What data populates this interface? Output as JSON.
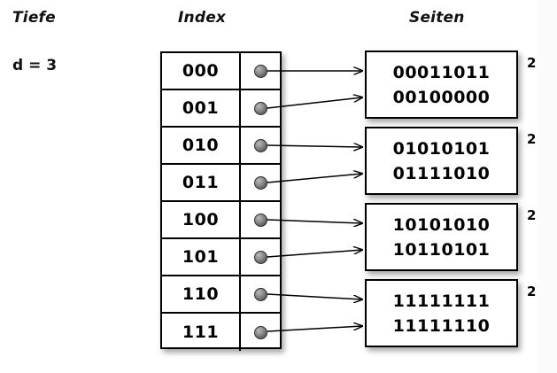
{
  "diagram": {
    "title_columns": {
      "depth": "Tiefe",
      "index": "Index",
      "pages": "Seiten"
    },
    "depth_value": "d = 3",
    "index_entries": [
      {
        "key": "000",
        "pointer_icon": "pointer-dot",
        "target_page": 0
      },
      {
        "key": "001",
        "pointer_icon": "pointer-dot",
        "target_page": 0
      },
      {
        "key": "010",
        "pointer_icon": "pointer-dot",
        "target_page": 1
      },
      {
        "key": "011",
        "pointer_icon": "pointer-dot",
        "target_page": 1
      },
      {
        "key": "100",
        "pointer_icon": "pointer-dot",
        "target_page": 2
      },
      {
        "key": "101",
        "pointer_icon": "pointer-dot",
        "target_page": 2
      },
      {
        "key": "110",
        "pointer_icon": "pointer-dot",
        "target_page": 3
      },
      {
        "key": "111",
        "pointer_icon": "pointer-dot",
        "target_page": 3
      }
    ],
    "pages": [
      {
        "lines": [
          "00011011",
          "00100000"
        ],
        "local_depth": "2"
      },
      {
        "lines": [
          "01010101",
          "01111010"
        ],
        "local_depth": "2"
      },
      {
        "lines": [
          "10101010",
          "10110101"
        ],
        "local_depth": "2"
      },
      {
        "lines": [
          "11111111",
          "11111110"
        ],
        "local_depth": "2"
      }
    ],
    "colors": {
      "background": "#ffffff",
      "stroke": "#000000",
      "text": "#000000",
      "pointer_dot": "#8f8f8f",
      "band": "#fbfbfc"
    }
  }
}
